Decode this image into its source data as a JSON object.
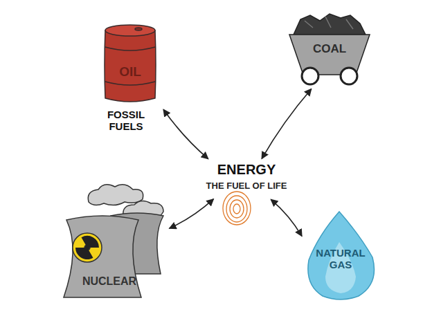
{
  "diagram": {
    "nodes": [
      {
        "text": [
          "OIL",
          "FOSSIL FUELS"
        ]
      },
      {
        "text": [
          "COAL"
        ]
      },
      {
        "text": [
          "ENERGY",
          "THE FUEL OF LIFE"
        ]
      },
      {
        "text": [
          "NUCLEAR"
        ]
      },
      {
        "text": [
          "NATURAL GAS"
        ]
      }
    ],
    "edges": [
      {
        "from": 2,
        "to": 0,
        "arrow": "both"
      },
      {
        "from": 2,
        "to": 1,
        "arrow": "both"
      },
      {
        "from": 2,
        "to": 3,
        "arrow": "both"
      },
      {
        "from": 2,
        "to": 4,
        "arrow": "both"
      }
    ]
  }
}
